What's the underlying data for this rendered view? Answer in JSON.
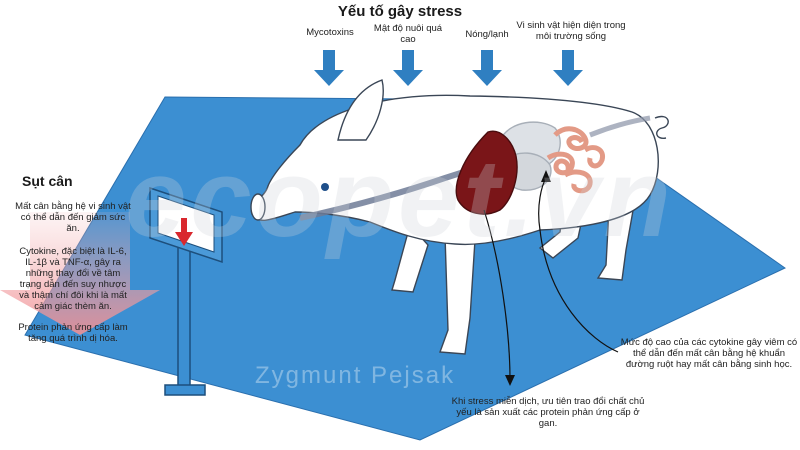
{
  "title": "Yếu tố gây stress",
  "stressors": [
    {
      "label": "Mycotoxins"
    },
    {
      "label": "Mật độ nuôi quá cao"
    },
    {
      "label": "Nóng/lạnh"
    },
    {
      "label": "Vi sinh vật hiện diện trong môi trường sống"
    }
  ],
  "weight_loss": {
    "title": "Sụt cân",
    "paragraphs": [
      "Mất cân bằng hệ vi sinh vật có thể dẫn đến giảm sức ăn.",
      "Cytokine, đặc biệt là IL-6, IL-1β và TNF-α, gây ra những thay đổi về tâm trạng dẫn đến suy nhược và thậm chí đôi khi là mất cảm giác thèm ăn.",
      "Protein phản ứng cấp làm tăng quá trình dị hóa."
    ]
  },
  "notes": {
    "cytokine": "Mức độ cao của các cytokine gây viêm có thể dẫn đến mất cân bằng hệ khuẩn đường ruột hay mất cân bằng sinh học.",
    "liver": "Khi stress miễn dịch, ưu tiên trao đổi chất chủ yếu là sản xuất các protein phản ứng cấp ở gan."
  },
  "watermark": "ecopet.vn",
  "credit": "Zygmunt Pejsak",
  "colors": {
    "arrow_blue": "#2f7fc1",
    "floor_blue": "#3c8fd2",
    "liver_red": "#7a1518",
    "intestine": "#e39a86",
    "scale_arrow": "#d9282e",
    "weight_arrow": "#f3b6b8"
  }
}
